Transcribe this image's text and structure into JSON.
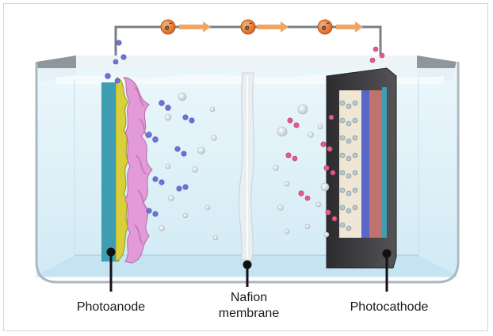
{
  "labels": {
    "photoanode": "Photoanode",
    "membrane_line1": "Nafion",
    "membrane_line2": "membrane",
    "photocathode": "Photocathode"
  },
  "electron": {
    "symbol": "e",
    "charge": "-",
    "count": 3
  },
  "colors": {
    "electrolyte": "#dff1f8",
    "anode_substrate": "#3e9db0",
    "anode_catalyst_yellow": "#d8cf3a",
    "anode_catalyst_pink": "#e39ad8",
    "cathode_body": "#3d3d3f",
    "electron_ball": "#e6782f",
    "arrow": "#f1a565",
    "bubble_blue": "#6f73d8",
    "bubble_pink": "#e45c8a"
  }
}
